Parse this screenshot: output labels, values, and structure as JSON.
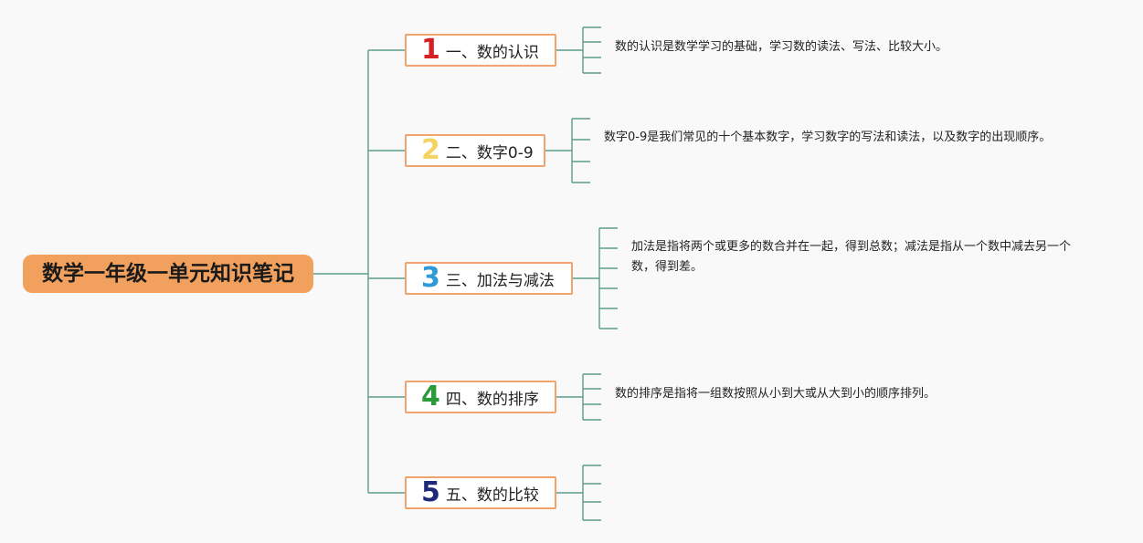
{
  "root": {
    "title": "数学一年级一单元知识笔记"
  },
  "branches": [
    {
      "number": "1",
      "label": "一、数的认识",
      "number_color": "#d62027",
      "note": "数的认识是数学学习的基础，学习数的读法、写法、比较大小。"
    },
    {
      "number": "2",
      "label": "二、数字0-9",
      "number_color": "#f4d35e",
      "note": "数字0-9是我们常见的十个基本数字，学习数字的写法和读法，以及数字的出现顺序。"
    },
    {
      "number": "3",
      "label": "三、加法与减法",
      "number_color": "#2e9ad8",
      "note": "加法是指将两个或更多的数合并在一起，得到总数；减法是指从一个数中减去另一个数，得到差。"
    },
    {
      "number": "4",
      "label": "四、数的排序",
      "number_color": "#2a9a3a",
      "note": "数的排序是指将一组数按照从小到大或从大到小的顺序排列。"
    },
    {
      "number": "5",
      "label": "五、数的比较",
      "number_color": "#1e2a78",
      "note": ""
    }
  ],
  "colors": {
    "connector": "#5e9c8c",
    "branch_border": "#f0a36a",
    "root_fill": "#f2a05e"
  }
}
